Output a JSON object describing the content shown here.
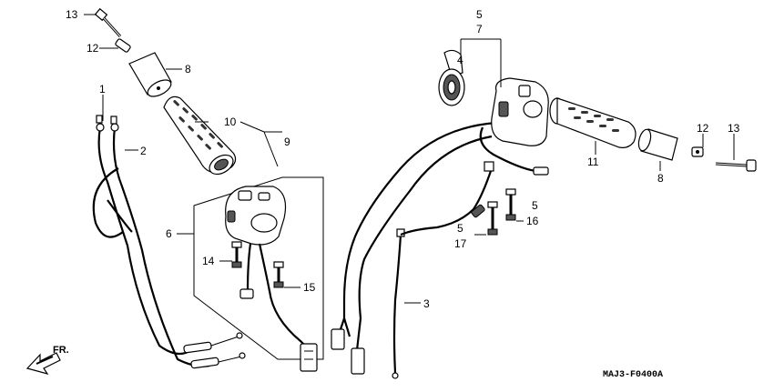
{
  "callouts": [
    {
      "id": "c13a",
      "text": "13"
    },
    {
      "id": "c12a",
      "text": "12"
    },
    {
      "id": "c8a",
      "text": "8"
    },
    {
      "id": "c1",
      "text": "1"
    },
    {
      "id": "c2",
      "text": "2"
    },
    {
      "id": "c10",
      "text": "10"
    },
    {
      "id": "c9",
      "text": "9"
    },
    {
      "id": "c6",
      "text": "6"
    },
    {
      "id": "c14",
      "text": "14"
    },
    {
      "id": "c15",
      "text": "15"
    },
    {
      "id": "c5a",
      "text": "5"
    },
    {
      "id": "c7",
      "text": "7"
    },
    {
      "id": "c4",
      "text": "4"
    },
    {
      "id": "c11",
      "text": "11"
    },
    {
      "id": "c12b",
      "text": "12"
    },
    {
      "id": "c13b",
      "text": "13"
    },
    {
      "id": "c8b",
      "text": "8"
    },
    {
      "id": "c5b",
      "text": "5"
    },
    {
      "id": "c16",
      "text": "16"
    },
    {
      "id": "c5c",
      "text": "5"
    },
    {
      "id": "c17",
      "text": "17"
    },
    {
      "id": "c3",
      "text": "3"
    }
  ],
  "direction_label": "FR.",
  "diagram_code": "MAJ3-F0400A"
}
